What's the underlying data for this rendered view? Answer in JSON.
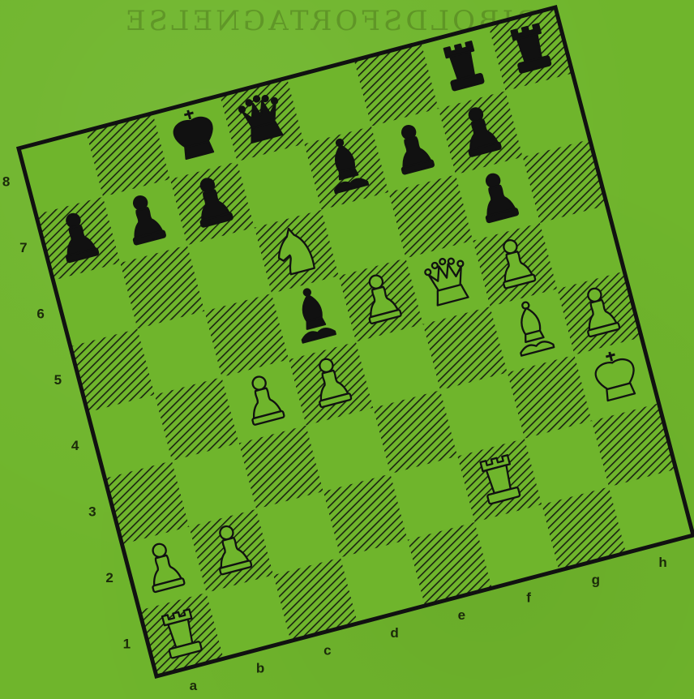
{
  "header_text": "LRIBOLDSFORTAGNELSE",
  "files": [
    "a",
    "b",
    "c",
    "d",
    "e",
    "f",
    "g",
    "h"
  ],
  "ranks": [
    "1",
    "2",
    "3",
    "4",
    "5",
    "6",
    "7",
    "8"
  ],
  "colors": {
    "background": "#6fb52c",
    "ink": "#111111",
    "white_piece_fill": "#6fb52c"
  },
  "pieces": [
    {
      "square": "c8",
      "piece": "king",
      "color": "black"
    },
    {
      "square": "d8",
      "piece": "queen",
      "color": "black"
    },
    {
      "square": "g8",
      "piece": "rook",
      "color": "black"
    },
    {
      "square": "h8",
      "piece": "rook",
      "color": "black"
    },
    {
      "square": "a7",
      "piece": "pawn",
      "color": "black"
    },
    {
      "square": "b7",
      "piece": "pawn",
      "color": "black"
    },
    {
      "square": "c7",
      "piece": "pawn",
      "color": "black"
    },
    {
      "square": "f7",
      "piece": "pawn",
      "color": "black"
    },
    {
      "square": "e7",
      "piece": "bishop",
      "color": "black"
    },
    {
      "square": "g7",
      "piece": "pawn",
      "color": "black"
    },
    {
      "square": "d6",
      "piece": "knight",
      "color": "white"
    },
    {
      "square": "g6",
      "piece": "pawn",
      "color": "black"
    },
    {
      "square": "d5",
      "piece": "bishop",
      "color": "black"
    },
    {
      "square": "e5",
      "piece": "pawn",
      "color": "white"
    },
    {
      "square": "f5",
      "piece": "queen",
      "color": "white"
    },
    {
      "square": "g5",
      "piece": "pawn",
      "color": "white"
    },
    {
      "square": "c4",
      "piece": "pawn",
      "color": "white"
    },
    {
      "square": "d4",
      "piece": "pawn",
      "color": "white"
    },
    {
      "square": "g4",
      "piece": "bishop",
      "color": "white"
    },
    {
      "square": "h4",
      "piece": "pawn",
      "color": "white"
    },
    {
      "square": "h3",
      "piece": "king",
      "color": "white"
    },
    {
      "square": "a2",
      "piece": "pawn",
      "color": "white"
    },
    {
      "square": "b2",
      "piece": "pawn",
      "color": "white"
    },
    {
      "square": "f2",
      "piece": "rook",
      "color": "white"
    },
    {
      "square": "a1",
      "piece": "rook",
      "color": "white"
    }
  ]
}
